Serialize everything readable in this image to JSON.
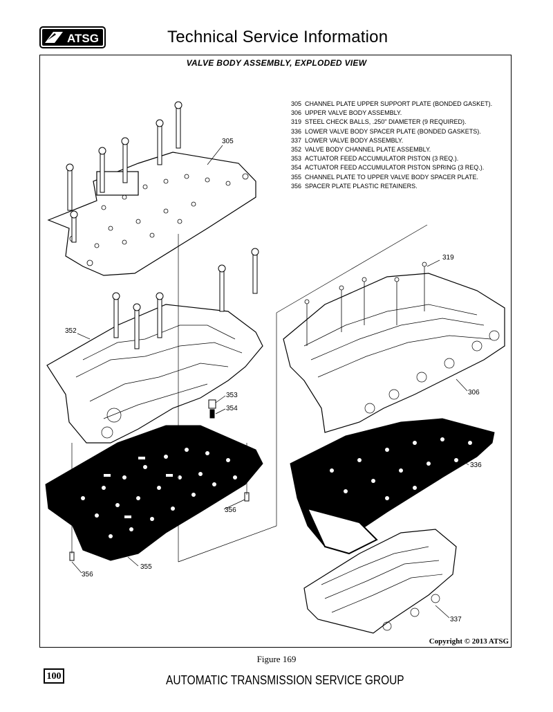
{
  "header": {
    "logo_text": "ATSG",
    "title": "Technical Service Information"
  },
  "figure": {
    "title": "VALVE BODY ASSEMBLY, EXPLODED VIEW",
    "legend": [
      {
        "num": "305",
        "text": "CHANNEL PLATE UPPER SUPPORT PLATE (BONDED GASKET)."
      },
      {
        "num": "306",
        "text": "UPPER VALVE BODY ASSEMBLY."
      },
      {
        "num": "319",
        "text": "STEEL CHECK BALLS, .250\" DIAMETER  (9 REQUIRED)."
      },
      {
        "num": "336",
        "text": "LOWER VALVE BODY SPACER PLATE (BONDED GASKETS)."
      },
      {
        "num": "337",
        "text": "LOWER VALVE BODY ASSEMBLY."
      },
      {
        "num": "352",
        "text": "VALVE BODY CHANNEL PLATE ASSEMBLY."
      },
      {
        "num": "353",
        "text": "ACTUATOR FEED ACCUMULATOR PISTON  (3 REQ.)."
      },
      {
        "num": "354",
        "text": "ACTUATOR FEED ACCUMULATOR PISTON SPRING  (3 REQ.)."
      },
      {
        "num": "355",
        "text": "CHANNEL PLATE TO UPPER VALVE BODY SPACER PLATE."
      },
      {
        "num": "356",
        "text": "SPACER PLATE PLASTIC RETAINERS."
      }
    ],
    "callouts": {
      "c305": "305",
      "c319": "319",
      "c352": "352",
      "c353": "353",
      "c354": "354",
      "c306": "306",
      "c336": "336",
      "c356a": "356",
      "c355": "355",
      "c356b": "356",
      "c337": "337"
    },
    "copyright": "Copyright © 2013 ATSG",
    "caption": "Figure 169"
  },
  "footer": {
    "page_number": "100",
    "text": "AUTOMATIC TRANSMISSION SERVICE GROUP"
  }
}
